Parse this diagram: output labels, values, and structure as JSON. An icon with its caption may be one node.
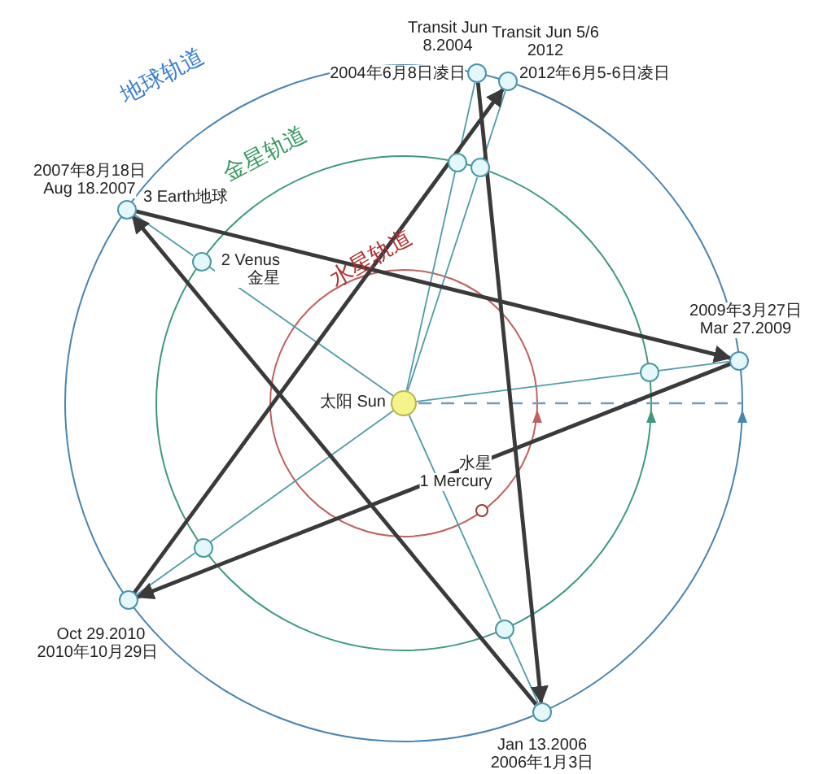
{
  "diagram": {
    "nodes": [
      {
        "text": [],
        "shape": "circle",
        "beside": [
          "Transit Jun 8.2004",
          "2004年6月8日凌日"
        ]
      },
      {
        "text": [],
        "shape": "circle",
        "beside": [
          "Transit Jun 5/6 2012",
          "2012年6月5-6日凌日"
        ]
      },
      {
        "text": [],
        "shape": "circle"
      },
      {
        "text": [],
        "shape": "circle"
      },
      {
        "text": [],
        "shape": "circle",
        "beside": [
          "2007年8月18日",
          "Aug 18.2007",
          "3 Earth地球"
        ]
      },
      {
        "text": [],
        "shape": "circle",
        "beside": [
          "2 Venus 金星"
        ]
      },
      {
        "text": [],
        "shape": "circle",
        "beside": [
          "2009年3月27日",
          "Mar 27.2009"
        ]
      },
      {
        "text": [],
        "shape": "circle"
      },
      {
        "text": [],
        "shape": "circle",
        "beside": [
          "太阳 Sun"
        ]
      },
      {
        "text": [],
        "shape": "circle",
        "beside": [
          "水星",
          "1 Mercury"
        ]
      },
      {
        "text": [],
        "shape": "circle"
      },
      {
        "text": [],
        "shape": "circle",
        "beside": [
          "Oct 29.2010",
          "2010年10月29日"
        ]
      },
      {
        "text": [],
        "shape": "circle"
      },
      {
        "text": [],
        "shape": "circle",
        "beside": [
          "Jan 13.2006",
          "2006年1月3日"
        ]
      }
    ],
    "edges": [
      {
        "from": 8,
        "to": 2,
        "arrow": "none"
      },
      {
        "from": 2,
        "to": 0,
        "arrow": "none"
      },
      {
        "from": 8,
        "to": 3,
        "arrow": "none"
      },
      {
        "from": 3,
        "to": 1,
        "arrow": "none"
      },
      {
        "from": 8,
        "to": 5,
        "arrow": "none"
      },
      {
        "from": 5,
        "to": 4,
        "arrow": "none"
      },
      {
        "from": 8,
        "to": 7,
        "arrow": "none"
      },
      {
        "from": 7,
        "to": 6,
        "arrow": "none"
      },
      {
        "from": 8,
        "to": 10,
        "arrow": "none"
      },
      {
        "from": 10,
        "to": 11,
        "arrow": "none"
      },
      {
        "from": 8,
        "to": 12,
        "arrow": "none"
      },
      {
        "from": 12,
        "to": 13,
        "arrow": "none"
      },
      {
        "from": 0,
        "to": 13,
        "arrow": "to",
        "style": "thick",
        "color": "#3a3a3a"
      },
      {
        "from": 13,
        "to": 4,
        "arrow": "to",
        "style": "thick",
        "color": "#3a3a3a"
      },
      {
        "from": 4,
        "to": 6,
        "arrow": "to",
        "style": "thick",
        "color": "#3a3a3a"
      },
      {
        "from": 6,
        "to": 11,
        "arrow": "to",
        "style": "thick",
        "color": "#3a3a3a"
      },
      {
        "from": 11,
        "to": 1,
        "arrow": "to",
        "style": "thick",
        "color": "#3a3a3a"
      }
    ],
    "labels": [
      "地球轨道",
      "金星轨道",
      "水星轨道"
    ]
  }
}
